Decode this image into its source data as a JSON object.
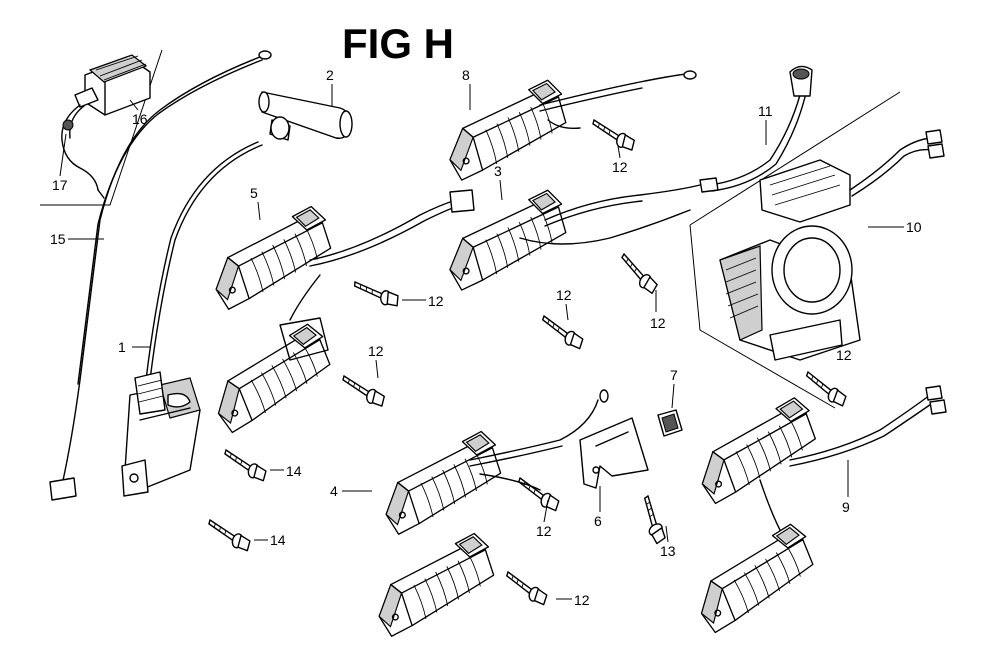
{
  "figure_title": "FIG H",
  "callouts": {
    "c1": "1",
    "c2": "2",
    "c3": "3",
    "c4": "4",
    "c5": "5",
    "c6": "6",
    "c7": "7",
    "c8": "8",
    "c9": "9",
    "c10": "10",
    "c11": "11",
    "c12a": "12",
    "c12b": "12",
    "c12c": "12",
    "c12d": "12",
    "c12e": "12",
    "c12f": "12",
    "c12g": "12",
    "c12h": "12",
    "c13": "13",
    "c14a": "14",
    "c14b": "14",
    "c15": "15",
    "c16": "16",
    "c17": "17"
  },
  "colors": {
    "ink": "#000000",
    "paper": "#ffffff",
    "shade": "#cfcfcf"
  }
}
